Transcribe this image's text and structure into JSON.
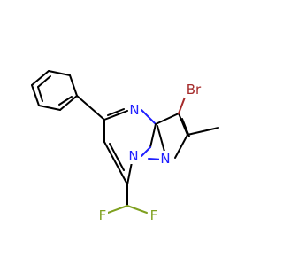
{
  "molecule": {
    "atoms": {
      "br": {
        "label": "Br",
        "color": "#a52a2a"
      },
      "n_ring_top": {
        "label": "N",
        "color": "#2020ff"
      },
      "n_bridge": {
        "label": "N",
        "color": "#2020ff"
      },
      "n_pyrazole": {
        "label": "N",
        "color": "#2020ff"
      },
      "f_left": {
        "label": "F",
        "color": "#7fa020"
      },
      "f_right": {
        "label": "F",
        "color": "#7fa020"
      }
    }
  }
}
